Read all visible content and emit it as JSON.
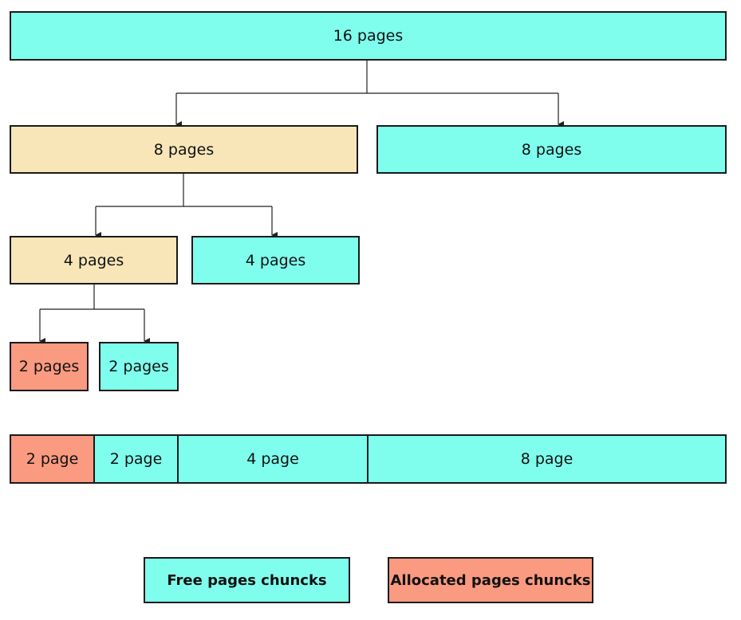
{
  "tree": {
    "root": "16 pages",
    "level1": [
      "8 pages",
      "8 pages"
    ],
    "level2": [
      "4 pages",
      "4 pages"
    ],
    "level3": [
      "2 pages",
      "2 pages"
    ]
  },
  "memory_bar": [
    "2 page",
    "2 page",
    "4 page",
    "8 page"
  ],
  "legend": {
    "free": "Free pages chuncks",
    "allocated": "Allocated pages chuncks"
  },
  "colors": {
    "free": "#7ffeee",
    "split": "#f8e6b8",
    "allocated": "#fa9a80"
  }
}
